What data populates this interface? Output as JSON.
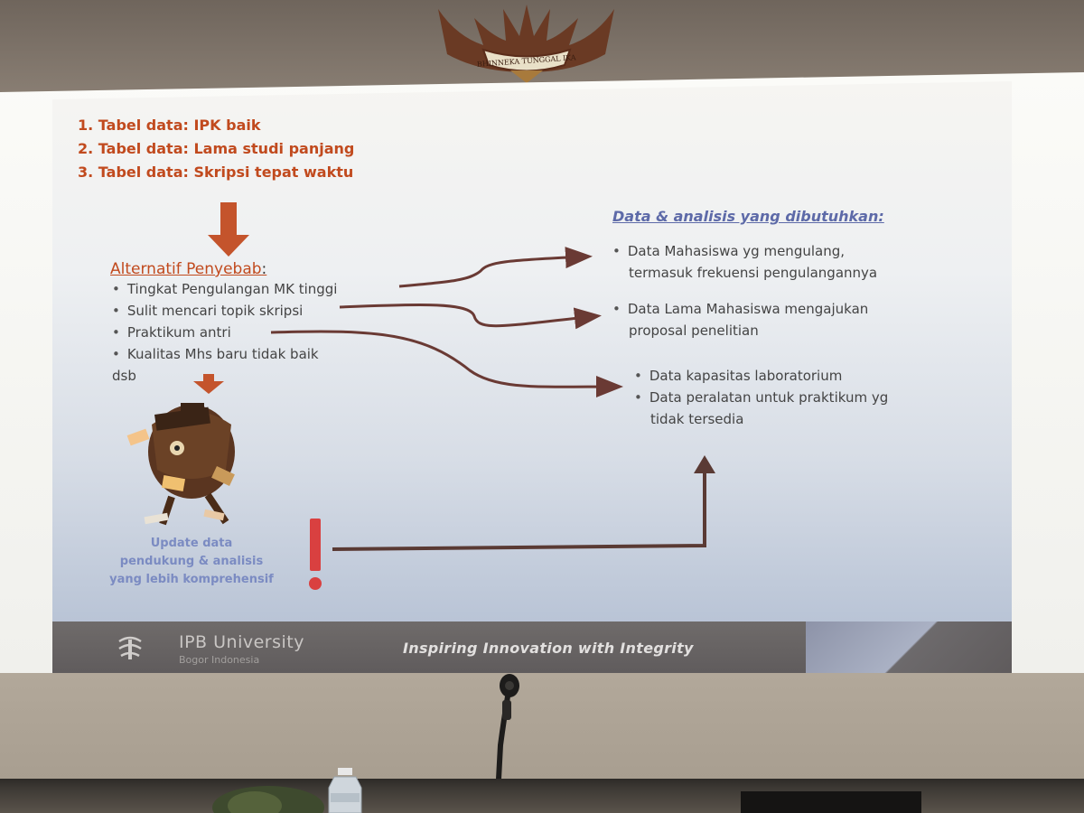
{
  "emblem": {
    "motto": "BHINNEKA TUNGGAL IKA"
  },
  "slide": {
    "numbered": [
      {
        "num": "1.",
        "text": "Tabel data: IPK baik"
      },
      {
        "num": "2.",
        "text": "Tabel data: Lama studi panjang"
      },
      {
        "num": "3.",
        "text": "Tabel data: Skripsi tepat waktu"
      }
    ],
    "alt_heading": "Alternatif Penyebab",
    "alt_colon": ":",
    "alt_items": [
      "Tingkat Pengulangan MK tinggi",
      "Sulit mencari topik skripsi",
      "Praktikum antri",
      "Kualitas Mhs baru tidak baik"
    ],
    "alt_tail": "dsb",
    "need_heading": "Data & analisis yang dibutuhkan:",
    "need_1_line1": "Data Mahasiswa yg mengulang,",
    "need_1_line2": "termasuk frekuensi pengulangannya",
    "need_2_line1": "Data Lama Mahasiswa mengajukan",
    "need_2_line2": "proposal penelitian",
    "need_3": "Data kapasitas laboratorium",
    "need_4_line1": "Data peralatan untuk praktikum yg",
    "need_4_line2": "tidak tersedia",
    "update_line1": "Update data",
    "update_line2": "pendukung & analisis",
    "update_line3": "yang lebih komprehensif",
    "exclamation": "!"
  },
  "footer": {
    "university": "IPB University",
    "city": "Bogor Indonesia",
    "tagline": "Inspiring  Innovation with Integrity"
  },
  "colors": {
    "accent_orange": "#c14a1e",
    "heading_blue": "#5d6aa8",
    "update_blue": "#7b8bc2",
    "exclamation_red": "#d94040"
  }
}
